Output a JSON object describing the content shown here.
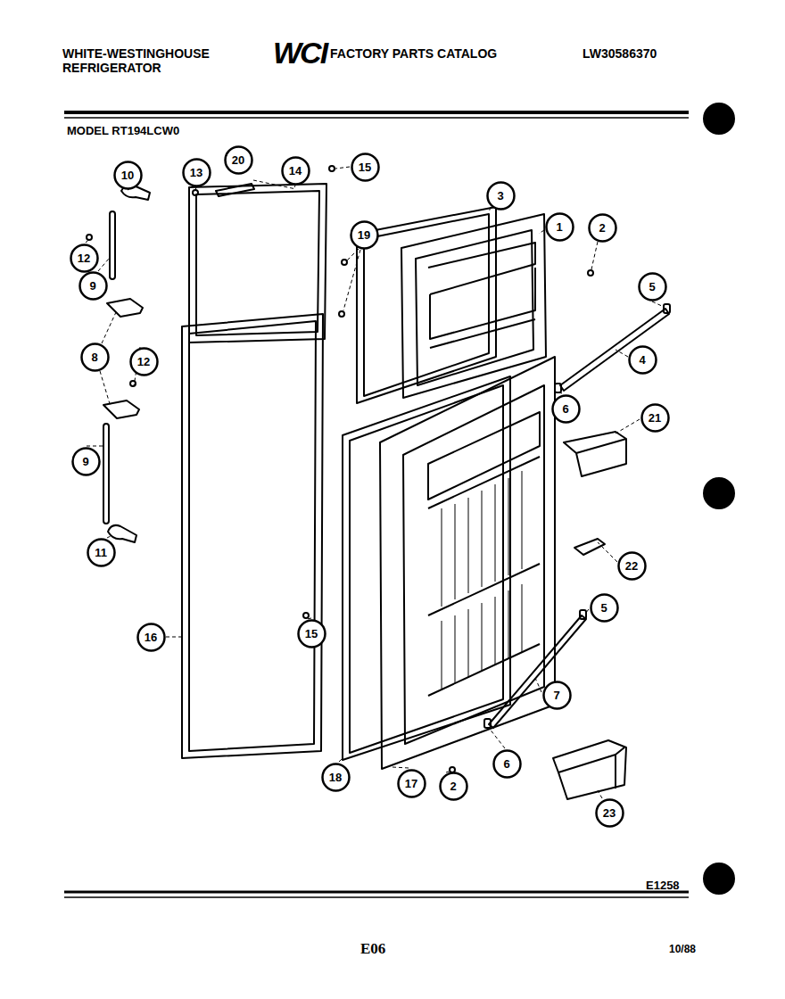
{
  "diagram": {
    "nodes": [
      {
        "text": [
          "10"
        ]
      },
      {
        "text": [
          "13"
        ]
      },
      {
        "text": [
          "20"
        ]
      },
      {
        "text": [
          "14"
        ]
      },
      {
        "text": [
          "15"
        ]
      },
      {
        "text": [
          "3"
        ]
      },
      {
        "text": [
          "1"
        ]
      },
      {
        "text": [
          "2"
        ]
      },
      {
        "text": [
          "19"
        ]
      },
      {
        "text": [
          "12"
        ]
      },
      {
        "text": [
          "9"
        ]
      },
      {
        "text": [
          "5"
        ]
      },
      {
        "text": [
          "8"
        ]
      },
      {
        "text": [
          "12"
        ]
      },
      {
        "text": [
          "4"
        ]
      },
      {
        "text": [
          "6"
        ]
      },
      {
        "text": [
          "21"
        ]
      },
      {
        "text": [
          "9"
        ]
      },
      {
        "text": [
          "11"
        ]
      },
      {
        "text": [
          "22"
        ]
      },
      {
        "text": [
          "5"
        ]
      },
      {
        "text": [
          "15"
        ]
      },
      {
        "text": [
          "16"
        ]
      },
      {
        "text": [
          "7"
        ]
      },
      {
        "text": [
          "6"
        ]
      },
      {
        "text": [
          "18"
        ]
      },
      {
        "text": [
          "17"
        ]
      },
      {
        "text": [
          "2"
        ]
      },
      {
        "text": [
          "23"
        ]
      }
    ],
    "labels": [
      "WHITE-WESTINGHOUSE REFRIGERATOR",
      "WCI",
      "FACTORY PARTS CATALOG",
      "LW30586370",
      "MODEL RT194LCW0",
      "E1258",
      "E06",
      "10/88"
    ]
  }
}
